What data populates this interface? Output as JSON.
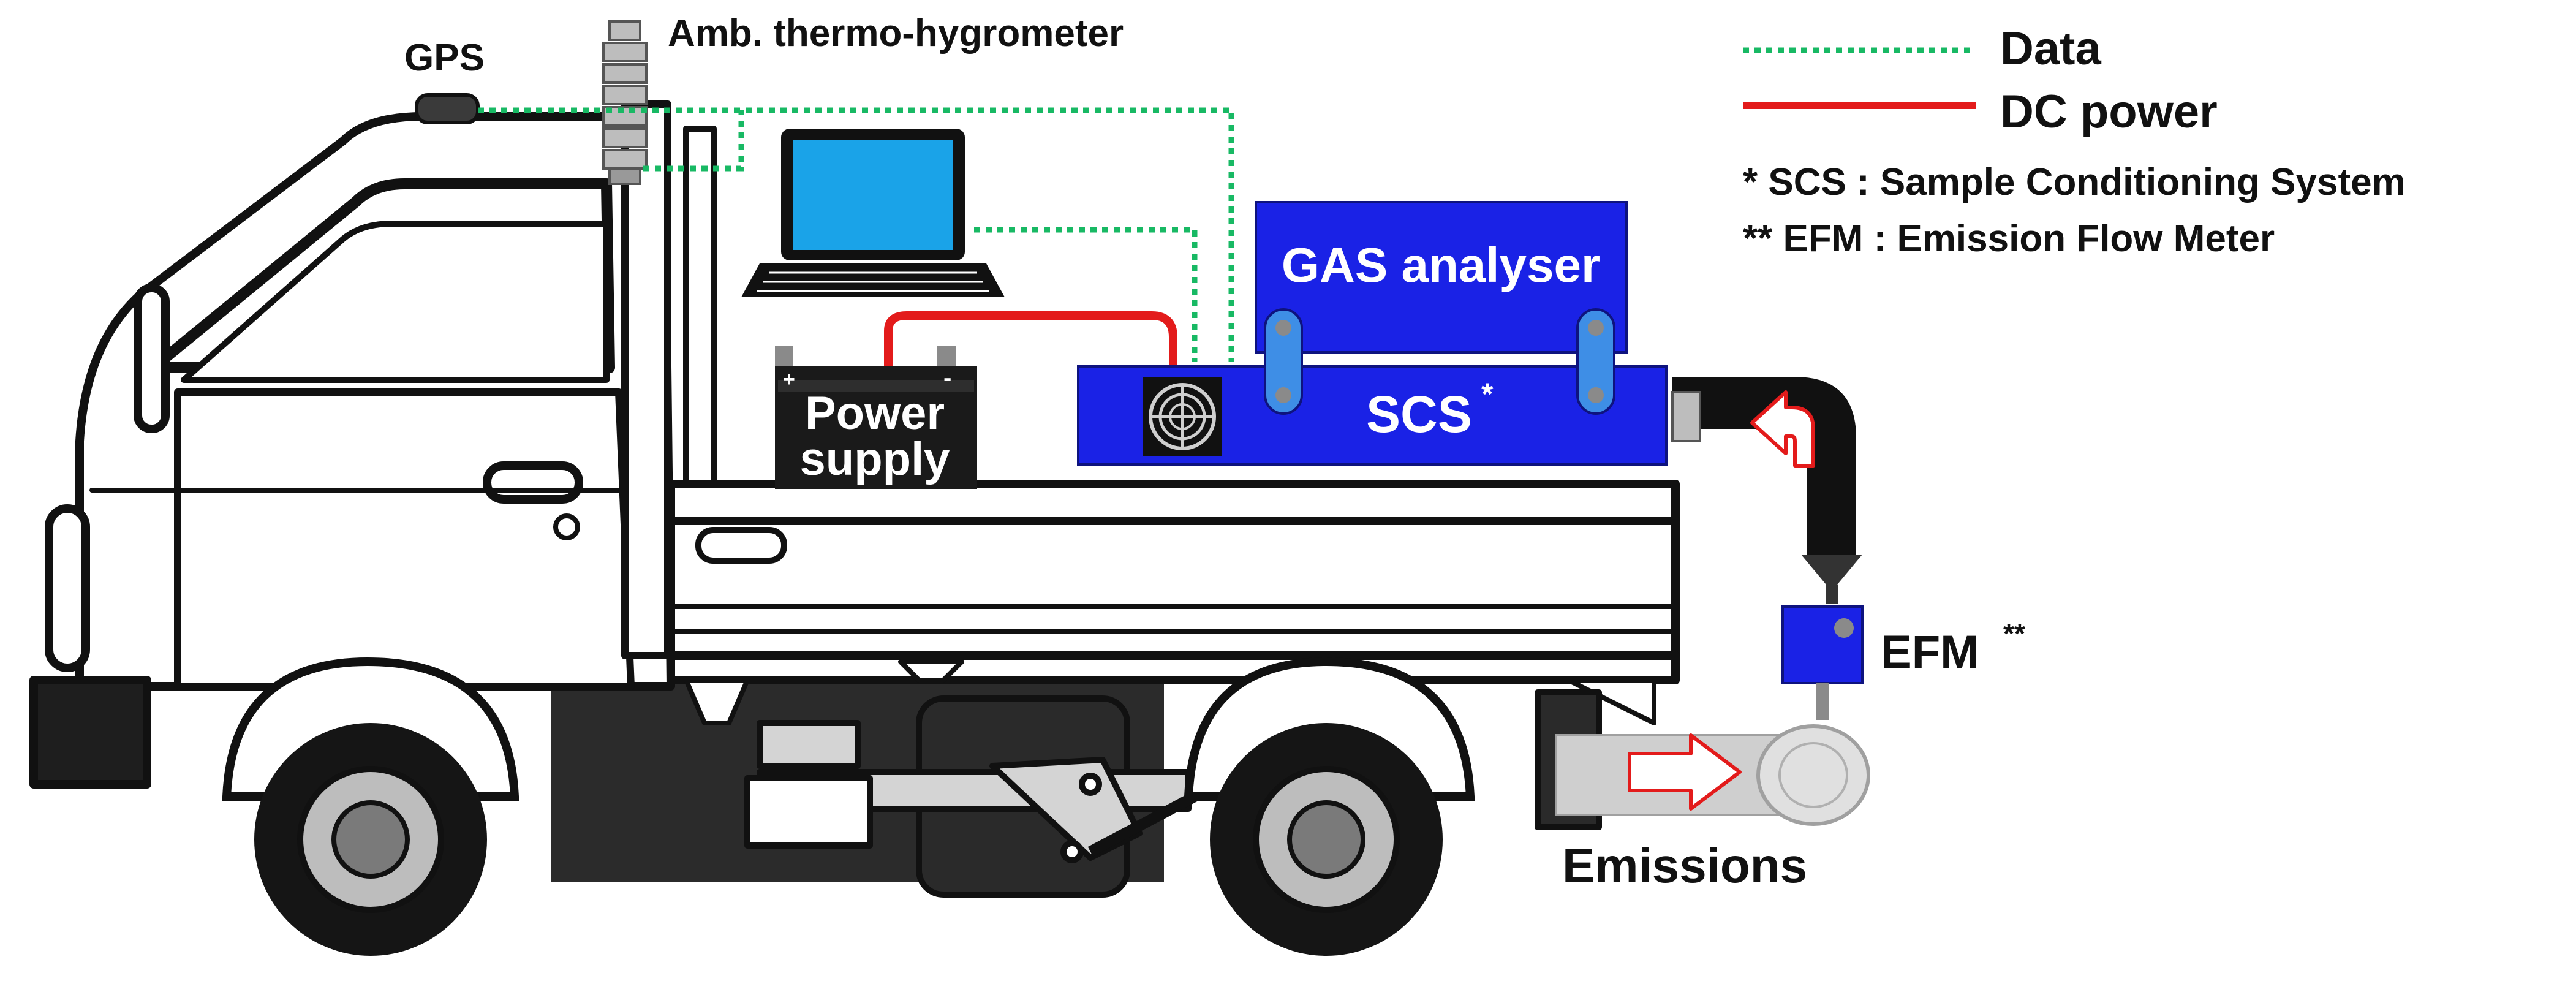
{
  "labels": {
    "gps": "GPS",
    "thermo": "Amb. thermo-hygrometer",
    "gas": "GAS analyser",
    "scs": "SCS",
    "scs_sup": "*",
    "power_line1": "Power",
    "power_line2": "supply",
    "efm": "EFM",
    "efm_sup": "**",
    "emissions": "Emissions",
    "battery_plus": "+",
    "battery_minus": "-"
  },
  "legend": {
    "data_label": "Data",
    "power_label": "DC power",
    "note1": "*  SCS : Sample Conditioning System",
    "note2": "** EFM : Emission Flow Meter"
  },
  "colors": {
    "data_line": "#18b964",
    "power_line": "#e31b1b",
    "device_blue": "#1a22e6",
    "truck_outline": "#111111",
    "truck_fill": "#ffffff",
    "pipe": "#111111"
  }
}
